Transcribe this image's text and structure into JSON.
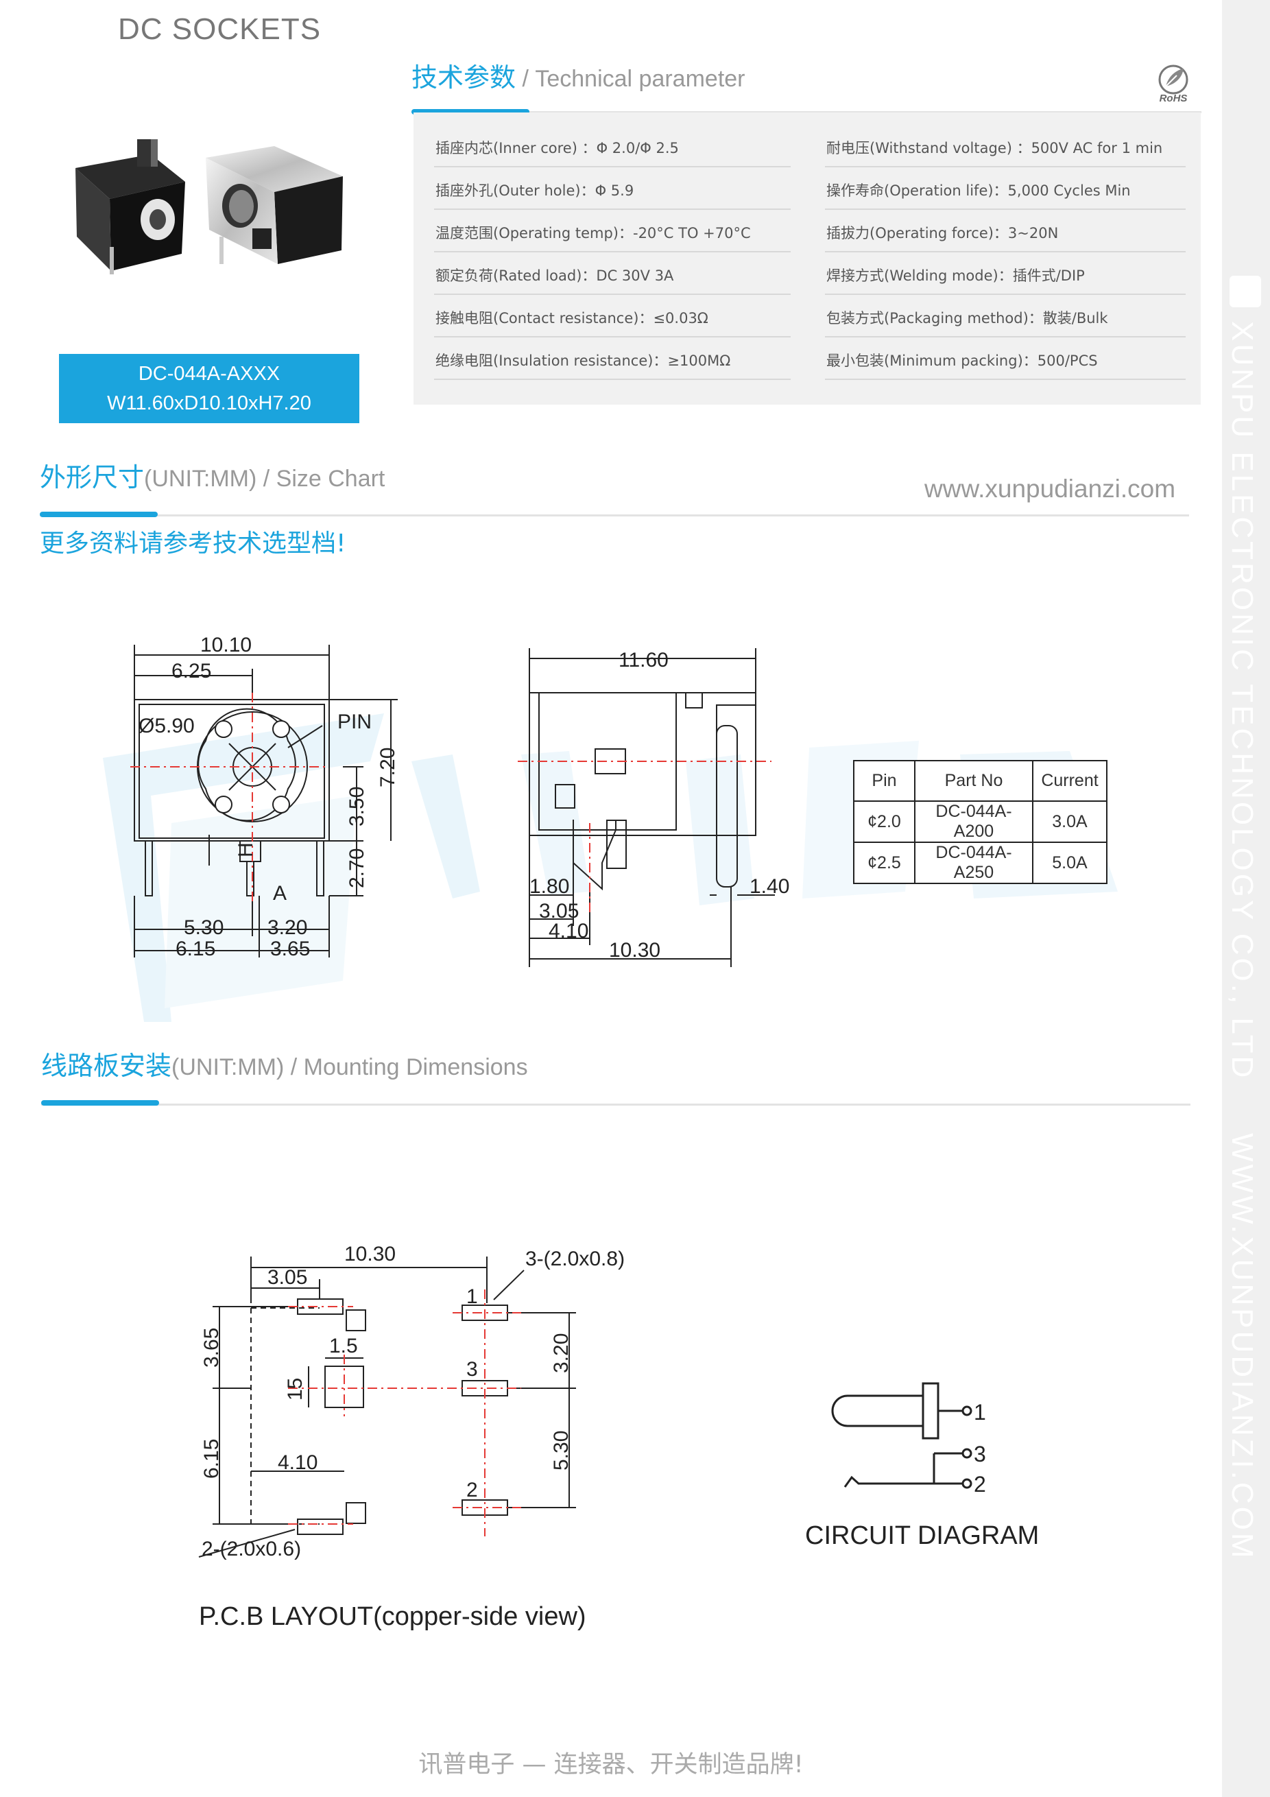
{
  "header": {
    "doc_title": "DC SOCKETS"
  },
  "tech": {
    "cn": "技术参数",
    "en": " / Technical parameter",
    "rohs": "RoHS",
    "left": [
      "插座内芯(Inner core) ：Φ 2.0/Φ 2.5",
      "插座外孔(Outer hole)：Φ 5.9",
      "温度范围(Operating temp)：-20°C TO +70°C",
      "额定负荷(Rated load)：DC 30V 3A",
      "接触电阻(Contact resistance)：≤0.03Ω",
      "绝缘电阻(Insulation resistance)：≥100MΩ"
    ],
    "right": [
      "耐电压(Withstand voltage) ：500V AC for 1 min",
      "操作寿命(Operation life)：5,000 Cycles Min",
      "插拔力(Operating force)：3~20N",
      "焊接方式(Welding mode)：插件式/DIP",
      "包装方式(Packaging method)：散装/Bulk",
      "最小包装(Minimum packing)：500/PCS"
    ]
  },
  "model": {
    "part": "DC-044A-AXXX",
    "dims": "W11.60xD10.10xH7.20"
  },
  "size_chart": {
    "cn": "外形尺寸",
    "en": "(UNIT:MM) / Size Chart",
    "url": "www.xunpudianzi.com",
    "more": "更多资料请参考技术选型档!",
    "front": {
      "w": "10.10",
      "off": "6.25",
      "dia": "Ø5.90",
      "pin": "PIN",
      "h": "7.20",
      "hc": "3.50",
      "lead": "2.70",
      "hmark": "H",
      "amark": "A",
      "b1": "5.30",
      "b2": "3.20",
      "b3": "6.15",
      "b4": "3.65"
    },
    "side": {
      "w": "11.60",
      "d1": "1.80",
      "d2": "3.05",
      "d3": "4.10",
      "d4": "10.30",
      "d5": "1.40"
    }
  },
  "pin_table": {
    "head": [
      "Pin",
      "Part No",
      "Current"
    ],
    "rows": [
      [
        "¢2.0",
        "DC-044A-A200",
        "3.0A"
      ],
      [
        "¢2.5",
        "DC-044A-A250",
        "5.0A"
      ]
    ]
  },
  "mounting": {
    "cn": "线路板安装",
    "en": "(UNIT:MM) / Mounting Dimensions",
    "pcb": {
      "w": "10.30",
      "a": "3.05",
      "pads": "3-(2.0x0.8)",
      "p1": "1",
      "p3": "3",
      "p2": "2",
      "h1": "3.65",
      "s": "1.5",
      "s2": "15",
      "h2": "3.20",
      "h3": "6.15",
      "a2": "4.10",
      "h4": "5.30",
      "pads2": "2-(2.0x0.6)"
    },
    "pcb_caption": "P.C.B LAYOUT(copper-side view)",
    "circuit": {
      "t1": "1",
      "t3": "3",
      "t2": "2"
    },
    "circuit_caption": "CIRCUIT DIAGRAM"
  },
  "sidebar": {
    "company": "XUNPU ELECTRONIC TECHNOLOGY CO., LTD",
    "site": "WWW.XUNPUDIANZI.COM"
  },
  "footer": "讯普电子 — 连接器、开关制造品牌!"
}
